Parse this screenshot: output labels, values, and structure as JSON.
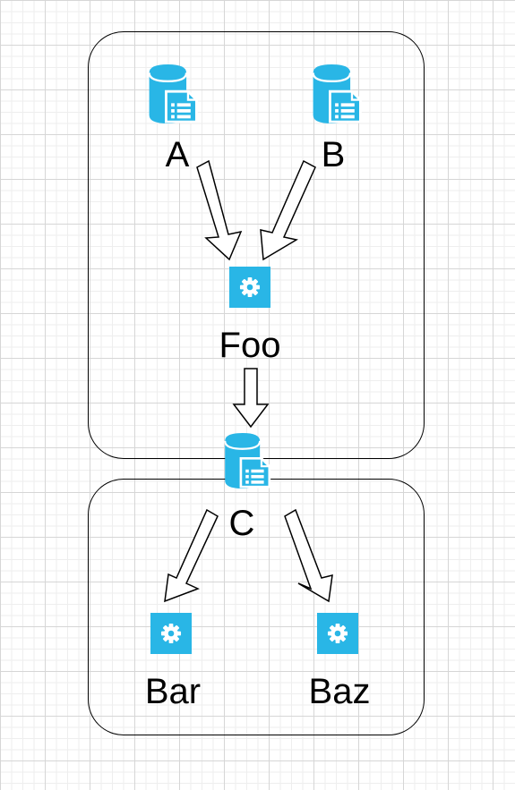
{
  "diagram": {
    "colors": {
      "accent": "#29B6E6",
      "paper": "#FFFFFF",
      "stroke": "#000000"
    },
    "nodes": {
      "a": {
        "label": "A",
        "icon": "database-document-icon"
      },
      "b": {
        "label": "B",
        "icon": "database-document-icon"
      },
      "foo": {
        "label": "Foo",
        "icon": "gear-icon"
      },
      "c": {
        "label": "C",
        "icon": "database-document-icon"
      },
      "bar": {
        "label": "Bar",
        "icon": "gear-icon"
      },
      "baz": {
        "label": "Baz",
        "icon": "gear-icon"
      }
    },
    "edges": [
      {
        "from": "A",
        "to": "Foo"
      },
      {
        "from": "B",
        "to": "Foo"
      },
      {
        "from": "Foo",
        "to": "C"
      },
      {
        "from": "C",
        "to": "Bar"
      },
      {
        "from": "C",
        "to": "Baz"
      }
    ]
  }
}
